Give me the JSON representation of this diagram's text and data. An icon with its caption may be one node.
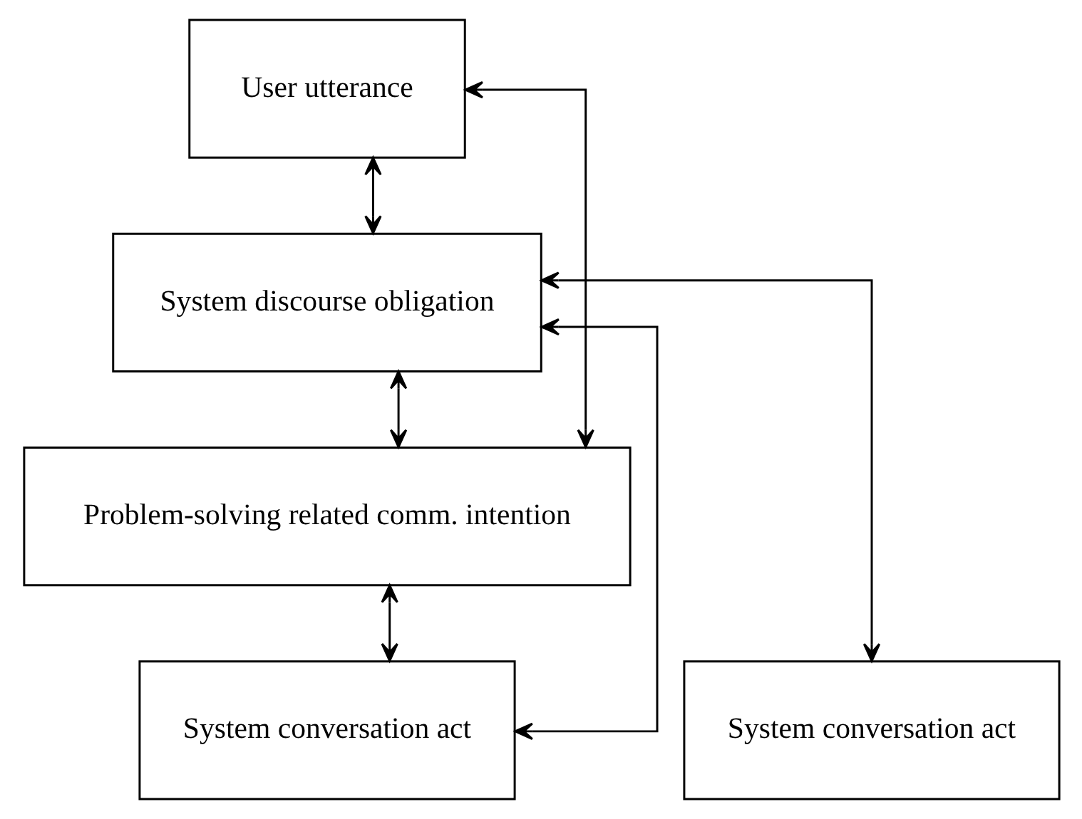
{
  "diagram": {
    "nodes": [
      {
        "text": [
          "User utterance"
        ]
      },
      {
        "text": [
          "System discourse obligation"
        ]
      },
      {
        "text": [
          "Problem-solving related comm. intention"
        ]
      },
      {
        "text": [
          "System conversation act"
        ]
      },
      {
        "text": [
          "System conversation act"
        ]
      }
    ],
    "edges": [
      {
        "from": 0,
        "to": 1,
        "arrow": "both"
      },
      {
        "from": 0,
        "to": 2,
        "arrow": "both"
      },
      {
        "from": 1,
        "to": 2,
        "arrow": "both"
      },
      {
        "from": 1,
        "to": 3,
        "arrow": "both"
      },
      {
        "from": 2,
        "to": 3,
        "arrow": "both"
      },
      {
        "from": 1,
        "to": 4,
        "arrow": "both"
      }
    ]
  }
}
